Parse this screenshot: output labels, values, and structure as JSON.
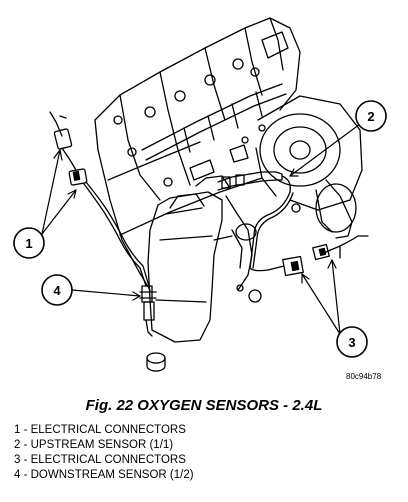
{
  "figure": {
    "caption": "Fig. 22 OXYGEN SENSORS - 2.4L",
    "art_code": "80c94b78",
    "callouts": [
      "1",
      "2",
      "3",
      "4"
    ]
  },
  "legend": [
    "1 - ELECTRICAL CONNECTORS",
    "2 - UPSTREAM SENSOR (1/1)",
    "3 - ELECTRICAL CONNECTORS",
    "4 - DOWNSTREAM SENSOR (1/2)"
  ]
}
